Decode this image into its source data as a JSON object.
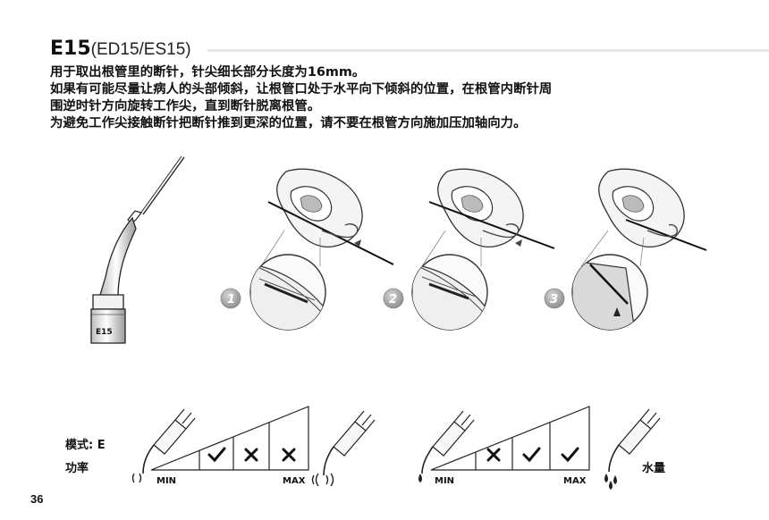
{
  "header": {
    "code": "E15",
    "models": "(ED15/ES15)"
  },
  "description": [
    "用于取出根管里的断针，针尖细长部分长度为16mm。",
    "如果有可能尽量让病人的头部倾斜，让根管口处于水平向下倾斜的位置，在根管内断针周",
    "围逆时针方向旋转工作尖，直到断针脱离根管。",
    "为避免工作尖接触断针把断针推到更深的位置，请不要在根管方向施加压加轴向力。"
  ],
  "tip_label": "E15",
  "steps": [
    "1",
    "2",
    "3"
  ],
  "settings": {
    "mode_label": "模式: E",
    "power_label": "功率",
    "water_label": "水量",
    "min_label": "MIN",
    "max_label": "MAX",
    "power_levels": [
      "check",
      "cross",
      "cross"
    ],
    "water_levels": [
      "cross",
      "check",
      "check"
    ]
  },
  "page_number": "36"
}
